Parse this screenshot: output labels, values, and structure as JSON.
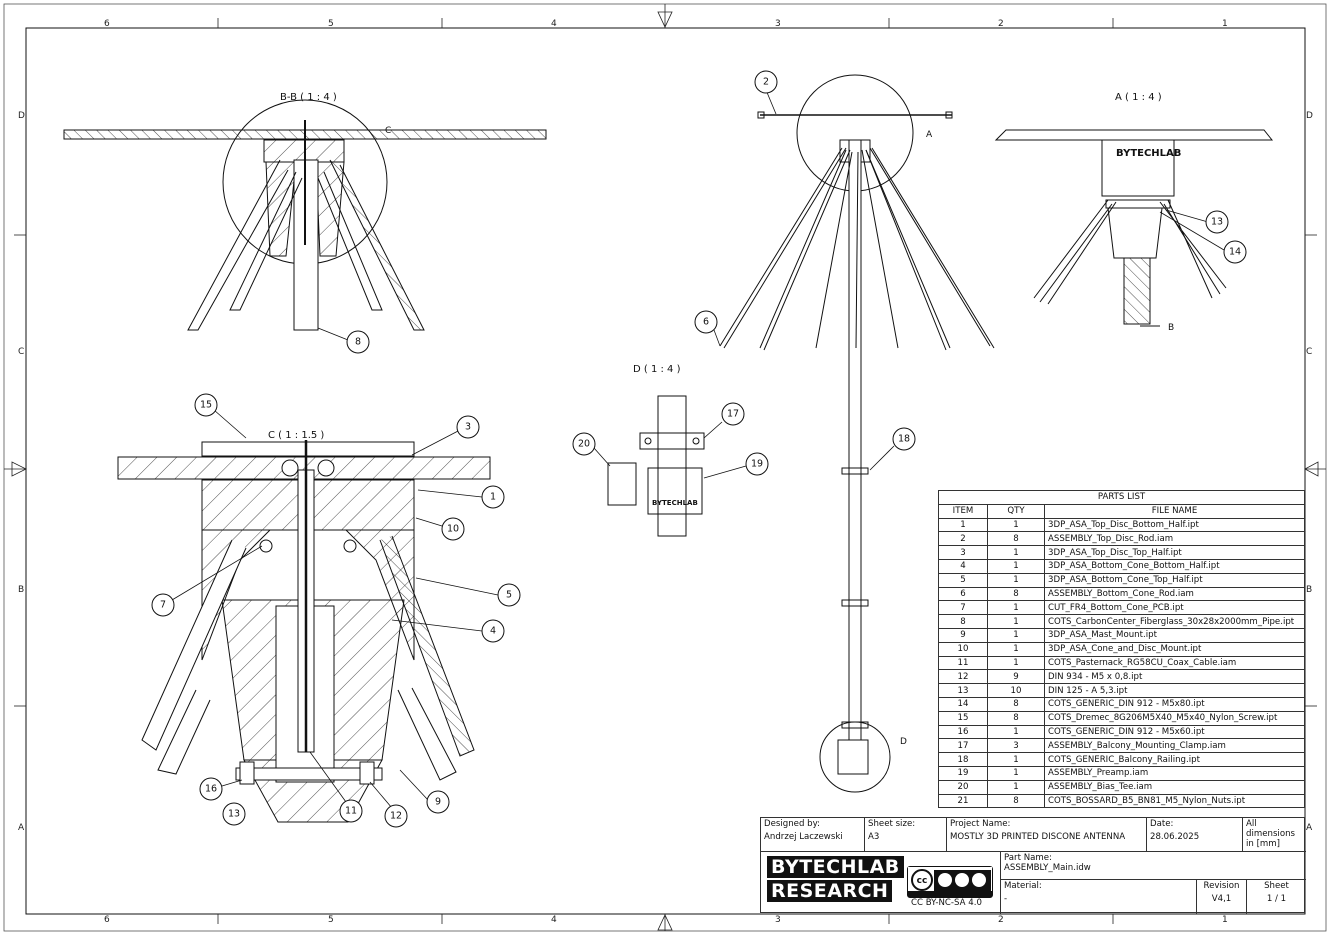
{
  "frame": {
    "zones_top": [
      "6",
      "5",
      "4",
      "3",
      "2",
      "1"
    ],
    "zones_side": [
      "D",
      "C",
      "B",
      "A"
    ]
  },
  "views": {
    "bb": "B-B ( 1 : 4 )",
    "a": "A ( 1 : 4 )",
    "d": "D ( 1 : 4 )",
    "c": "C ( 1 : 1.5 )",
    "markers": {
      "a": "A",
      "b": "B",
      "c": "C",
      "d": "D"
    },
    "brand_mark": "BYTECHLAB"
  },
  "balloons": [
    "1",
    "2",
    "3",
    "4",
    "5",
    "6",
    "7",
    "8",
    "9",
    "10",
    "11",
    "12",
    "13",
    "14",
    "15",
    "16",
    "17",
    "18",
    "19",
    "20"
  ],
  "parts_list": {
    "title": "PARTS LIST",
    "headers": [
      "ITEM",
      "QTY",
      "FILE NAME"
    ],
    "rows": [
      [
        "1",
        "1",
        "3DP_ASA_Top_Disc_Bottom_Half.ipt"
      ],
      [
        "2",
        "8",
        "ASSEMBLY_Top_Disc_Rod.iam"
      ],
      [
        "3",
        "1",
        "3DP_ASA_Top_Disc_Top_Half.ipt"
      ],
      [
        "4",
        "1",
        "3DP_ASA_Bottom_Cone_Bottom_Half.ipt"
      ],
      [
        "5",
        "1",
        "3DP_ASA_Bottom_Cone_Top_Half.ipt"
      ],
      [
        "6",
        "8",
        "ASSEMBLY_Bottom_Cone_Rod.iam"
      ],
      [
        "7",
        "1",
        "CUT_FR4_Bottom_Cone_PCB.ipt"
      ],
      [
        "8",
        "1",
        "COTS_CarbonCenter_Fiberglass_30x28x2000mm_Pipe.ipt"
      ],
      [
        "9",
        "1",
        "3DP_ASA_Mast_Mount.ipt"
      ],
      [
        "10",
        "1",
        "3DP_ASA_Cone_and_Disc_Mount.ipt"
      ],
      [
        "11",
        "1",
        "COTS_Pasternack_RG58CU_Coax_Cable.iam"
      ],
      [
        "12",
        "9",
        "DIN 934 - M5 x 0,8.ipt"
      ],
      [
        "13",
        "10",
        "DIN 125 - A 5,3.ipt"
      ],
      [
        "14",
        "8",
        "COTS_GENERIC_DIN 912 - M5x80.ipt"
      ],
      [
        "15",
        "8",
        "COTS_Dremec_8G206M5X40_M5x40_Nylon_Screw.ipt"
      ],
      [
        "16",
        "1",
        "COTS_GENERIC_DIN 912 - M5x60.ipt"
      ],
      [
        "17",
        "3",
        "ASSEMBLY_Balcony_Mounting_Clamp.iam"
      ],
      [
        "18",
        "1",
        "COTS_GENERIC_Balcony_Railing.ipt"
      ],
      [
        "19",
        "1",
        "ASSEMBLY_Preamp.iam"
      ],
      [
        "20",
        "1",
        "ASSEMBLY_Bias_Tee.iam"
      ],
      [
        "21",
        "8",
        "COTS_BOSSARD_B5_BN81_M5_Nylon_Nuts.ipt"
      ]
    ]
  },
  "title_block": {
    "designed_by_label": "Designed by:",
    "designed_by": "Andrzej Laczewski",
    "sheet_size_label": "Sheet size:",
    "sheet_size": "A3",
    "project_label": "Project Name:",
    "project": "MOSTLY 3D PRINTED DISCONE ANTENNA",
    "date_label": "Date:",
    "date": "28.06.2025",
    "dims_note": "All dimensions in [mm]",
    "logo_line1": "BYTECHLAB",
    "logo_line2": "RESEARCH",
    "license": "CC BY-NC-SA 4.0",
    "part_label": "Part Name:",
    "part": "ASSEMBLY_Main.idw",
    "material_label": "Material:",
    "material": "-",
    "revision_label": "Revision",
    "revision": "V4,1",
    "sheet_label": "Sheet",
    "sheet": "1 / 1"
  }
}
